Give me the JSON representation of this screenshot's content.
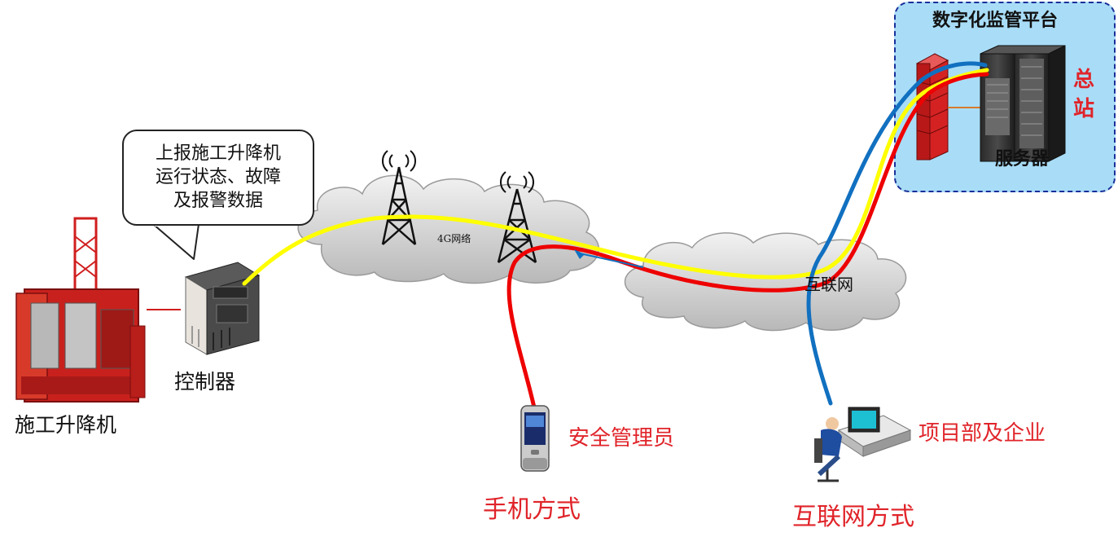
{
  "labels": {
    "hoist": "施工升降机",
    "controller": "控制器",
    "bubble": [
      "上报施工升降机",
      "运行状态、故障",
      "及报警数据"
    ],
    "network_4g": "4G网络",
    "internet": "互联网",
    "platform": "数字化监管平台",
    "headquarters": [
      "总",
      "站"
    ],
    "server": "服务器",
    "safety_manager": "安全管理员",
    "project_enterprise": "项目部及企业",
    "mobile_mode": "手机方式",
    "internet_mode": "互联网方式"
  },
  "colors": {
    "yellow_link": "#ffff00",
    "red_link": "#ee0000",
    "blue_link": "#1170c0",
    "accent_red_text": "#e0242a",
    "platform_bg": "#a9ddf7",
    "platform_border": "#1a2f9a"
  },
  "icons": [
    "construction-hoist-icon",
    "controller-box-icon",
    "radio-tower-icon",
    "cloud-icon",
    "firewall-icon",
    "server-rack-icon",
    "mobile-phone-icon",
    "workstation-user-icon"
  ]
}
